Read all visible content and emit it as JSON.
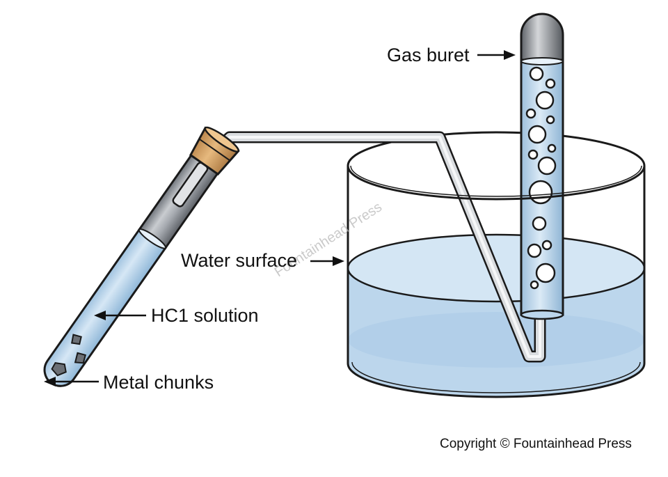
{
  "labels": {
    "gas_buret": "Gas buret",
    "water_surface": "Water surface",
    "hcl_solution": "HC1 solution",
    "metal_chunks": "Metal chunks"
  },
  "copyright": "Copyright © Fountainhead Press",
  "watermark": "Fountainhead Press",
  "colors": {
    "water": "#c6dcef",
    "water_dark": "#9cc1e0",
    "tube_gray": "#8a8f96",
    "cork": "#d5a266",
    "outline": "#1a1a1a"
  },
  "icons": {
    "arrow": "left-pointing arrow",
    "bubble": "gas bubble"
  }
}
